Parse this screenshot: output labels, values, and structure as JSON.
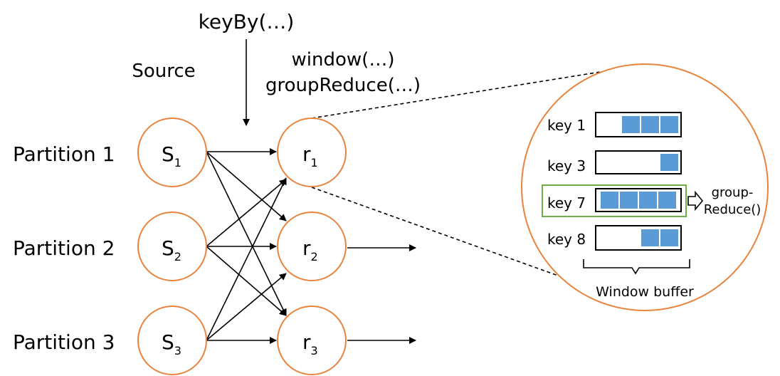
{
  "labels": {
    "keyby": "keyBy(…)",
    "source": "Source",
    "window": "window(…)",
    "group_reduce": "groupReduce(…)",
    "window_buffer": "Window buffer",
    "group_reduce_out_1": "group-",
    "group_reduce_out_2": "Reduce()"
  },
  "partitions": [
    {
      "label": "Partition 1",
      "source": "S",
      "source_sub": "1",
      "reducer": "r",
      "reducer_sub": "1"
    },
    {
      "label": "Partition 2",
      "source": "S",
      "source_sub": "2",
      "reducer": "r",
      "reducer_sub": "2"
    },
    {
      "label": "Partition 3",
      "source": "S",
      "source_sub": "3",
      "reducer": "r",
      "reducer_sub": "3"
    }
  ],
  "buffers": [
    {
      "key": "key 1",
      "filled": 3
    },
    {
      "key": "key 3",
      "filled": 1
    },
    {
      "key": "key 7",
      "filled": 4,
      "highlighted": true
    },
    {
      "key": "key 8",
      "filled": 2
    }
  ],
  "colors": {
    "node_stroke": "#E8843E",
    "cell_fill": "#5B9BD5",
    "highlight": "#70AD47"
  }
}
